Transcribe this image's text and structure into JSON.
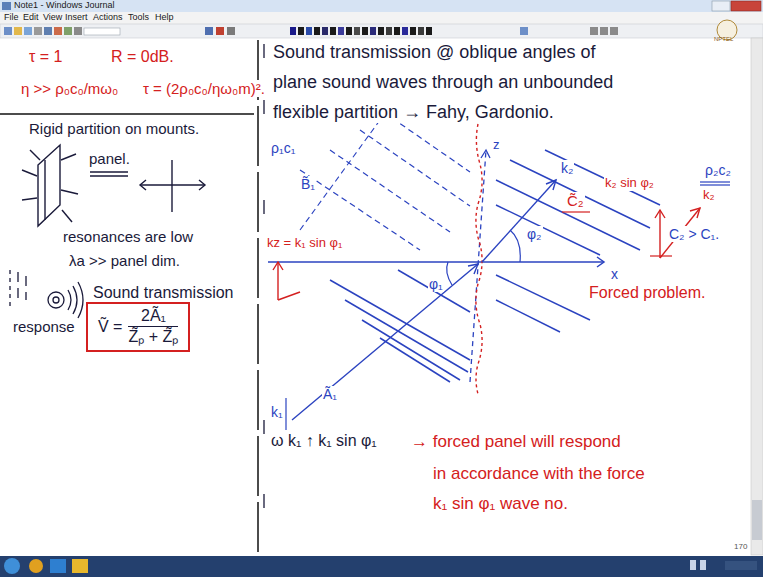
{
  "diagram": {
    "nodes": [
      {
        "text": [
          "Ṽ =",
          "2Ã₁",
          "Z̃ₚ + Z̃ₚ"
        ]
      }
    ],
    "labels": [
      "Note1 - Windows Journal",
      "File",
      "Edit",
      "View",
      "Insert",
      "Actions",
      "Tools",
      "Help",
      "τ = 1",
      "R = 0dB.",
      "η >> ρ₀c₀/mω₀",
      "τ = (2ρ₀c₀/ηω₀m)².",
      "Rigid partition on mounts.",
      "panel.",
      "resonances are low",
      "λa >> panel dim.",
      "Sound transmission",
      "response",
      "Sound transmission @ oblique angles of",
      "plane sound waves through an unbounded",
      "flexible partition → Fahy, Gardonio.",
      "ρ₁c₁",
      "B̃₁",
      "z",
      "k₂",
      "C̃₂",
      "k₂ sin φ₂",
      "ρ₂c₂",
      "k₂",
      "C₂ > C₁.",
      "x",
      "φ₂",
      "φ₁",
      "kz = k₁ sin φ₁",
      "Forced problem.",
      "Ã₁",
      "k₁",
      "ω  k₁ ↑ k₁ sin φ₁",
      "→ forced panel will respond",
      "in accordance with the force",
      "k₁ sin φ₁ wave no.",
      "170",
      "NPTEL"
    ]
  }
}
